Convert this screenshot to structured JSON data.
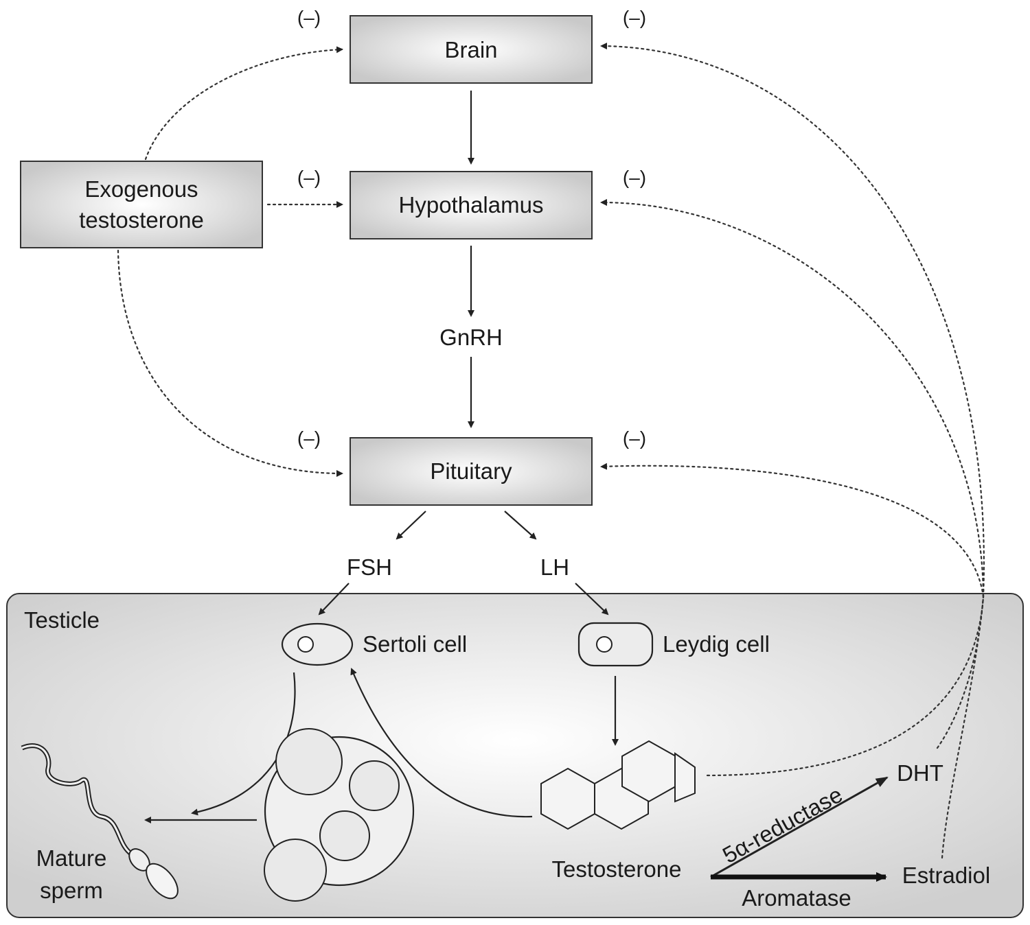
{
  "boxes": {
    "brain": "Brain",
    "hypothalamus": "Hypothalamus",
    "pituitary": "Pituitary",
    "exogenous_line1": "Exogenous",
    "exogenous_line2": "testosterone"
  },
  "hormones": {
    "gnrh": "GnRH",
    "fsh": "FSH",
    "lh": "LH",
    "testosterone": "Testosterone",
    "dht": "DHT",
    "estradiol": "Estradiol"
  },
  "enzymes": {
    "reductase": "5α-reductase",
    "aromatase": "Aromatase"
  },
  "testicle": {
    "title": "Testicle",
    "sertoli": "Sertoli cell",
    "leydig": "Leydig cell",
    "sperm_line1": "Mature",
    "sperm_line2": "sperm"
  },
  "negative_marker": "(–)",
  "colors": {
    "box_fill": "#e0e0e0",
    "testicle_fill": "#e3e3e3",
    "stroke": "#222222"
  }
}
